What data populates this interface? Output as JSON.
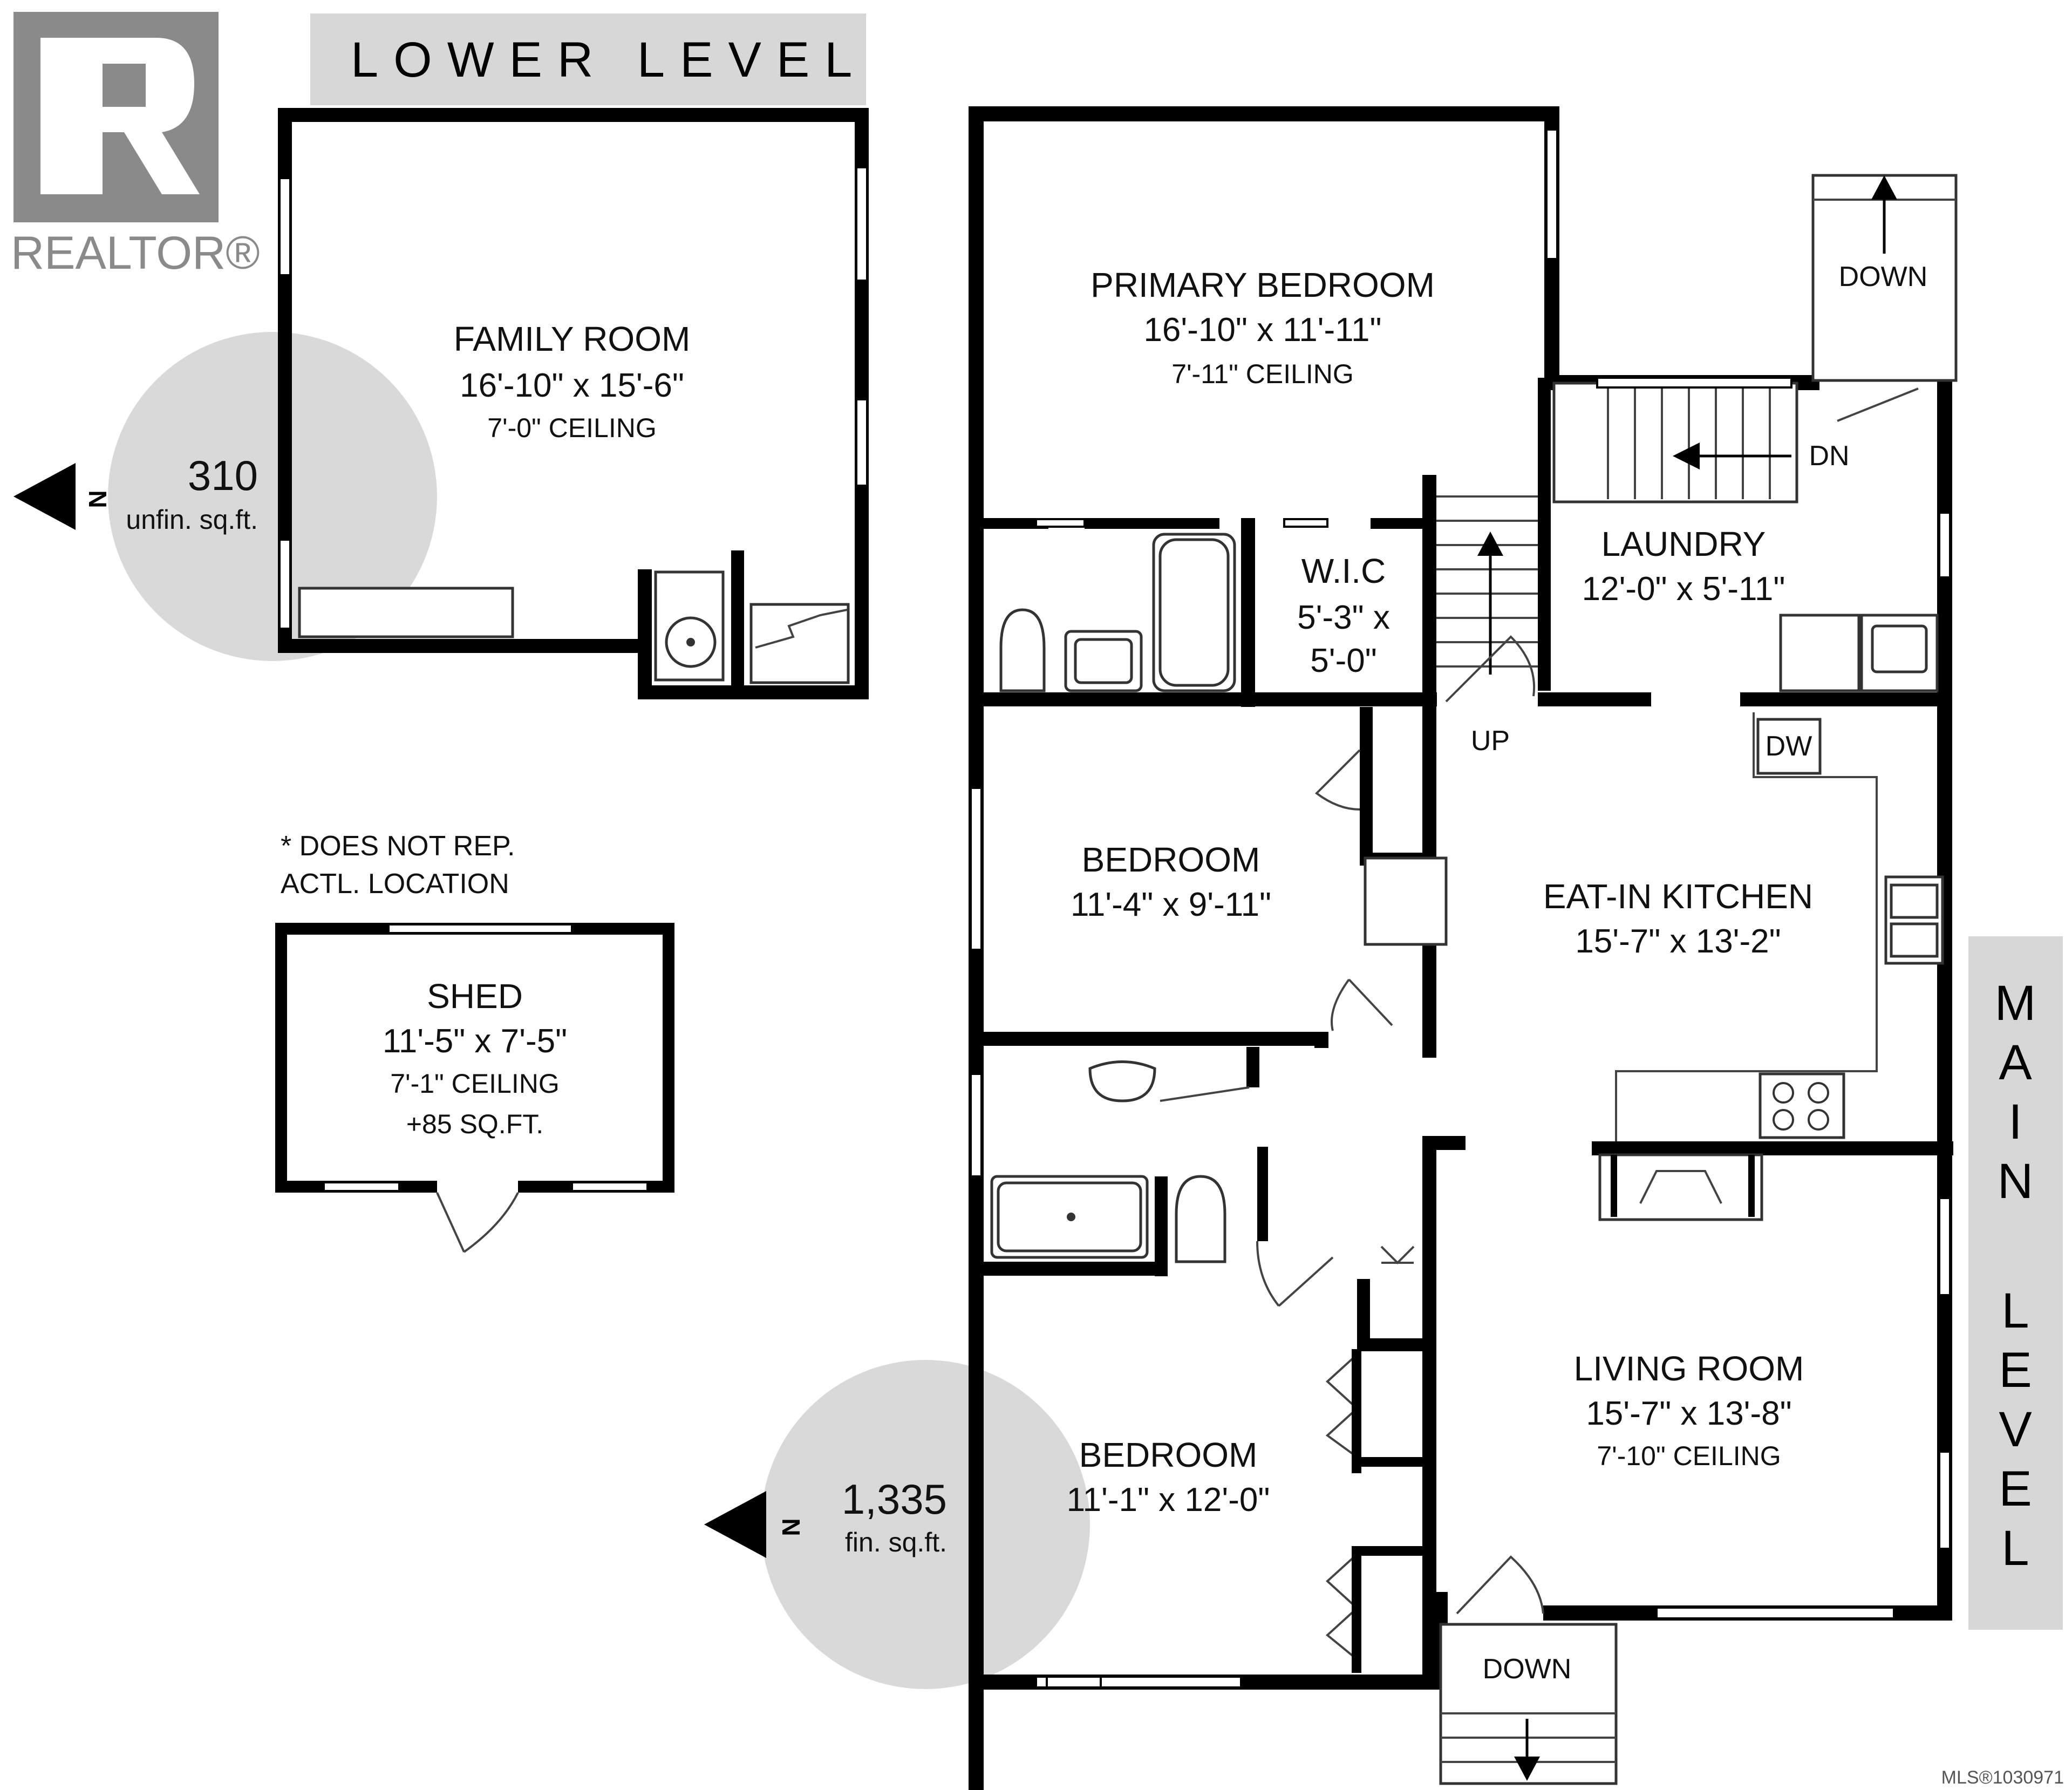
{
  "brand": {
    "logo_letter": "R",
    "logo_text": "REALTOR®"
  },
  "levels": {
    "lower": "LOWER LEVEL",
    "main": [
      "M",
      "A",
      "I",
      "N",
      "L",
      "E",
      "V",
      "E",
      "L"
    ]
  },
  "lower_area": {
    "value": "310",
    "label": "unfin. sq.ft.",
    "north": "N"
  },
  "main_area": {
    "value": "1,335",
    "label": "fin. sq.ft.",
    "north": "N"
  },
  "note": {
    "line1": "* DOES NOT REP.",
    "line2": "ACTL. LOCATION"
  },
  "rooms": {
    "family_room": {
      "name": "FAMILY ROOM",
      "dims": "16'-10\" x 15'-6\"",
      "ceiling": "7'-0\" CEILING"
    },
    "shed": {
      "name": "SHED",
      "dims": "11'-5\" x 7'-5\"",
      "ceiling": "7'-1\" CEILING",
      "extra": "+85 SQ.FT."
    },
    "primary_bedroom": {
      "name": "PRIMARY BEDROOM",
      "dims": "16'-10\" x 11'-11\"",
      "ceiling": "7'-11\" CEILING"
    },
    "wic": {
      "name": "W.I.C",
      "dims1": "5'-3\" x",
      "dims2": "5'-0\""
    },
    "laundry": {
      "name": "LAUNDRY",
      "dims": "12'-0\" x 5'-11\""
    },
    "bedroom_1": {
      "name": "BEDROOM",
      "dims": "11'-4\" x 9'-11\""
    },
    "kitchen": {
      "name": "EAT-IN KITCHEN",
      "dims": "15'-7\" x 13'-2\""
    },
    "bedroom_2": {
      "name": "BEDROOM",
      "dims": "11'-1\" x 12'-0\""
    },
    "living_room": {
      "name": "LIVING ROOM",
      "dims": "15'-7\" x 13'-8\"",
      "ceiling": "7'-10\" CEILING"
    }
  },
  "labels": {
    "down_top": "DOWN",
    "dn": "DN",
    "up": "UP",
    "dw": "DW",
    "down_bottom": "DOWN"
  },
  "mls": "MLS®1030971"
}
